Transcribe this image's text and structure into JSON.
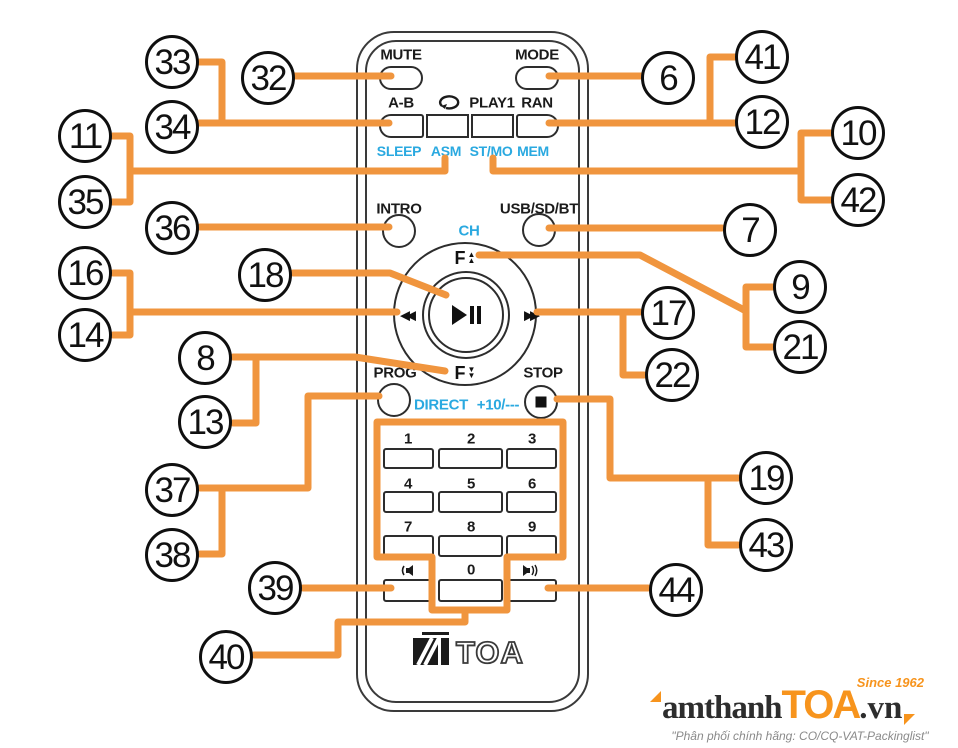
{
  "colors": {
    "callout_orange": "#F0953E",
    "label_blue": "#2AA9E0",
    "logo_orange": "#F7941D"
  },
  "remote": {
    "mute": "MUTE",
    "mode": "MODE",
    "ab": "A-B",
    "play1": "PLAY1",
    "ran": "RAN",
    "sleep": "SLEEP",
    "asm": "ASM",
    "stmo": "ST/MO",
    "mem": "MEM",
    "intro": "INTRO",
    "usb": "USB/SD/BT",
    "ch": "CH",
    "f": "F",
    "prog": "PROG",
    "stop": "STOP",
    "direct": "DIRECT",
    "plus10": "+10/---",
    "digits": [
      "1",
      "2",
      "3",
      "4",
      "5",
      "6",
      "7",
      "8",
      "9"
    ],
    "zero": "0",
    "brand": "TOA"
  },
  "callouts": [
    "33",
    "32",
    "34",
    "11",
    "35",
    "36",
    "16",
    "18",
    "14",
    "8",
    "13",
    "37",
    "38",
    "39",
    "40",
    "6",
    "41",
    "12",
    "10",
    "42",
    "7",
    "9",
    "21",
    "17",
    "22",
    "19",
    "43",
    "44"
  ],
  "watermark": {
    "brand_prefix": "amthanh",
    "brand_mid": "TOA",
    "brand_suffix": ".vn",
    "since": "Since 1962",
    "tagline": "\"Phân phối chính hãng: CO/CQ-VAT-Packinglist\""
  }
}
